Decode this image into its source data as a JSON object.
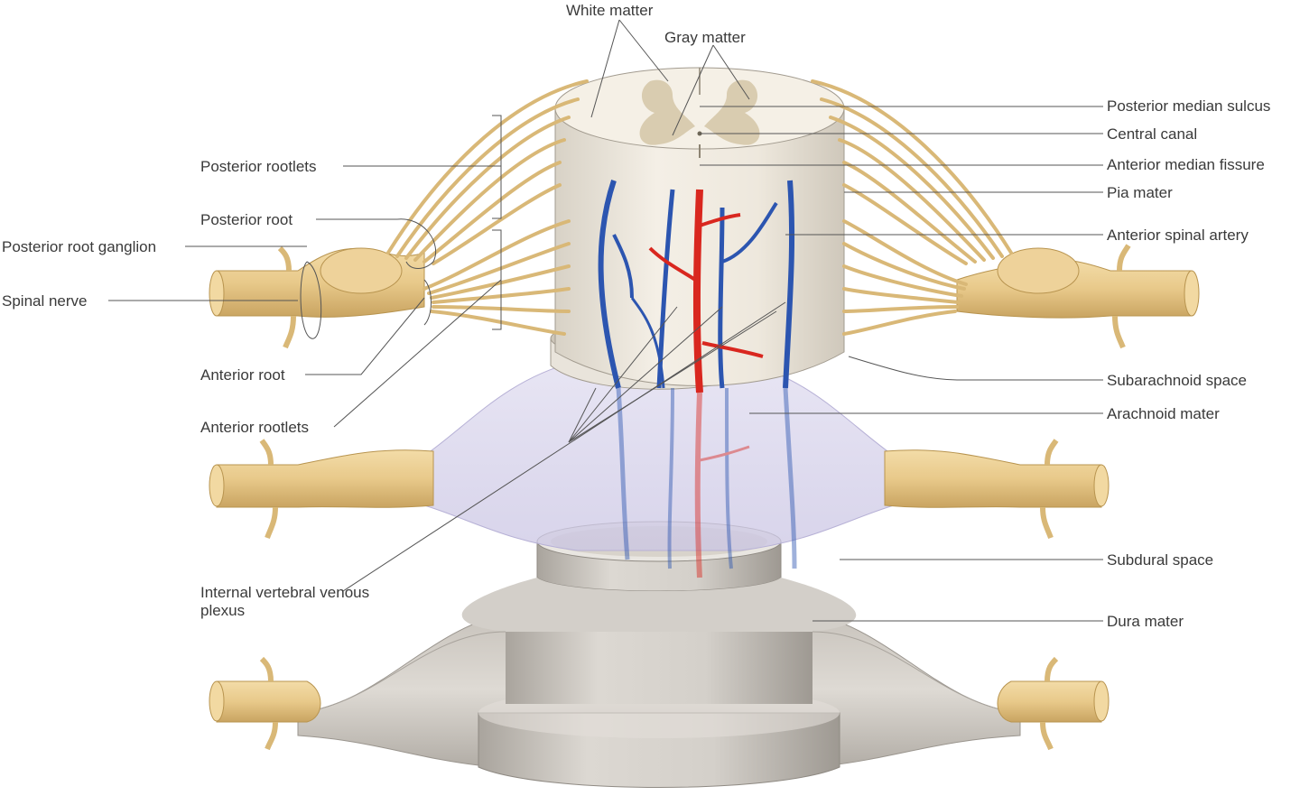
{
  "labels": {
    "white_matter": "White matter",
    "gray_matter": "Gray matter",
    "posterior_rootlets": "Posterior rootlets",
    "posterior_root": "Posterior root",
    "posterior_root_ganglion": "Posterior root ganglion",
    "spinal_nerve": "Spinal nerve",
    "anterior_root": "Anterior root",
    "anterior_rootlets": "Anterior rootlets",
    "internal_vertebral_venous_plexus": "Internal vertebral venous plexus",
    "posterior_median_sulcus": "Posterior median sulcus",
    "central_canal": "Central canal",
    "anterior_median_fissure": "Anterior median fissure",
    "pia_mater": "Pia mater",
    "anterior_spinal_artery": "Anterior spinal artery",
    "subarachnoid_space": "Subarachnoid space",
    "arachnoid_mater": "Arachnoid mater",
    "subdural_space": "Subdural space",
    "dura_mater": "Dura mater"
  },
  "colors": {
    "nerve": "#e8c98a",
    "nerve_dark": "#c9a461",
    "cord": "#f1ebdf",
    "gray_matter": "#d9ccb0",
    "artery": "#d9271f",
    "vein": "#2c55b0",
    "arachnoid": "#d6d2ea",
    "dura": "#cfcac3",
    "leader": "#555555"
  }
}
